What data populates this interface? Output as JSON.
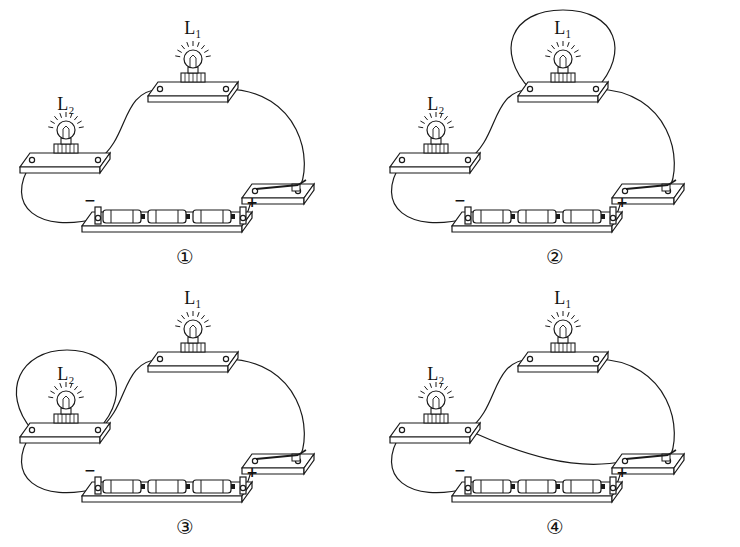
{
  "diagram": {
    "labels": [
      "L₁",
      "L₂",
      "−",
      "+",
      "①",
      "L₁",
      "L₂",
      "−",
      "+",
      "②",
      "L₁",
      "L₂",
      "−",
      "+",
      "③",
      "L₁",
      "L₂",
      "−",
      "+",
      "④"
    ]
  }
}
